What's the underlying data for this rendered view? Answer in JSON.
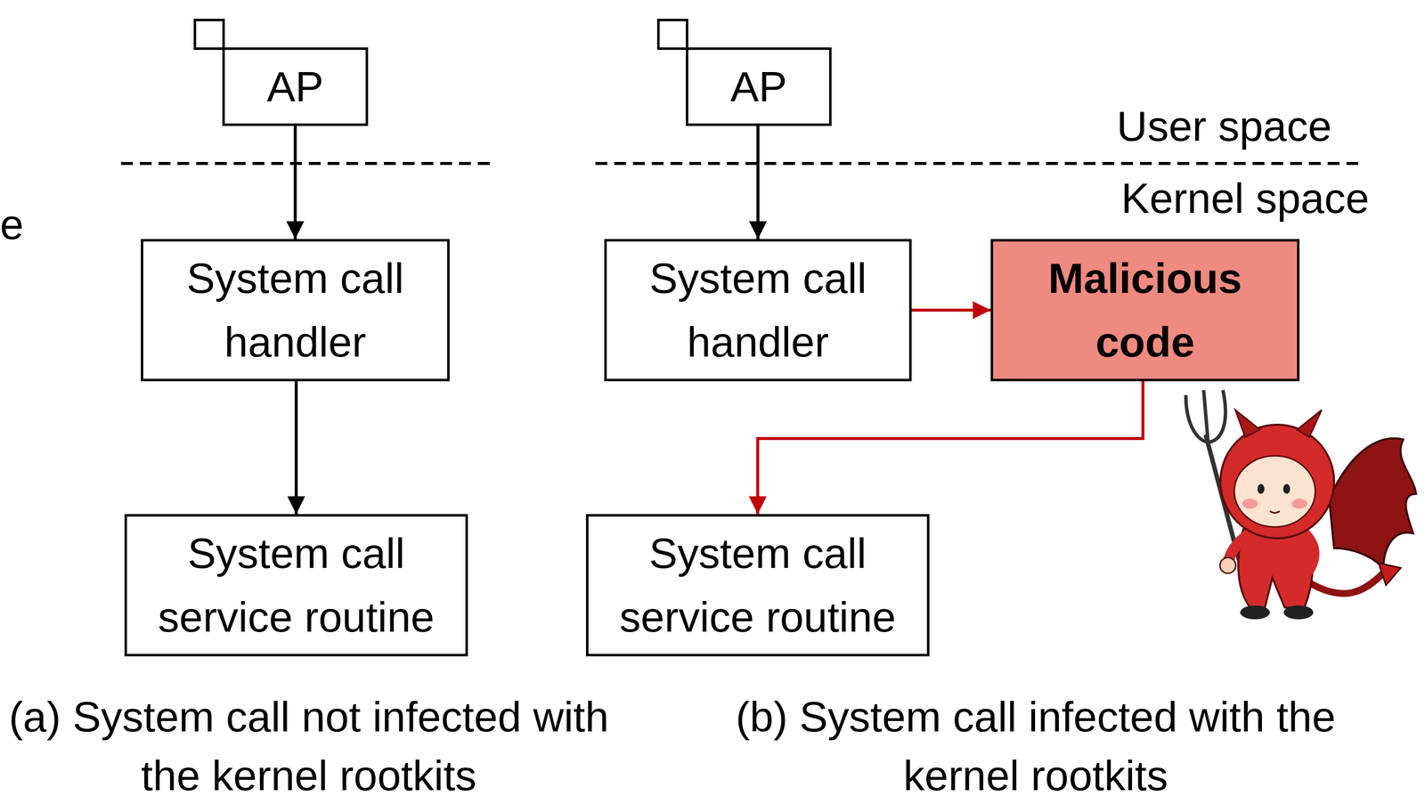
{
  "diagram": {
    "nodes": [
      {
        "text": [
          "AP"
        ]
      },
      {
        "text": [
          "System call handler"
        ]
      },
      {
        "text": [
          "System call service routine"
        ]
      },
      {
        "text": [
          "AP"
        ]
      },
      {
        "text": [
          "System call handler"
        ]
      },
      {
        "text": [
          "Malicious code"
        ]
      },
      {
        "text": [
          "System call service routine"
        ]
      }
    ],
    "edges": [
      {
        "from": 0,
        "to": 1,
        "arrow": "to"
      },
      {
        "from": 1,
        "to": 2,
        "arrow": "to"
      },
      {
        "from": 3,
        "to": 4,
        "arrow": "to"
      },
      {
        "from": 4,
        "to": 5,
        "arrow": "to"
      },
      {
        "from": 5,
        "to": 6,
        "arrow": "to"
      }
    ],
    "labels": [
      "e",
      "User space",
      "Kernel space",
      "(a) System call not infected with the kernel rootkits",
      "(b) System call infected with the kernel rootkits"
    ]
  }
}
